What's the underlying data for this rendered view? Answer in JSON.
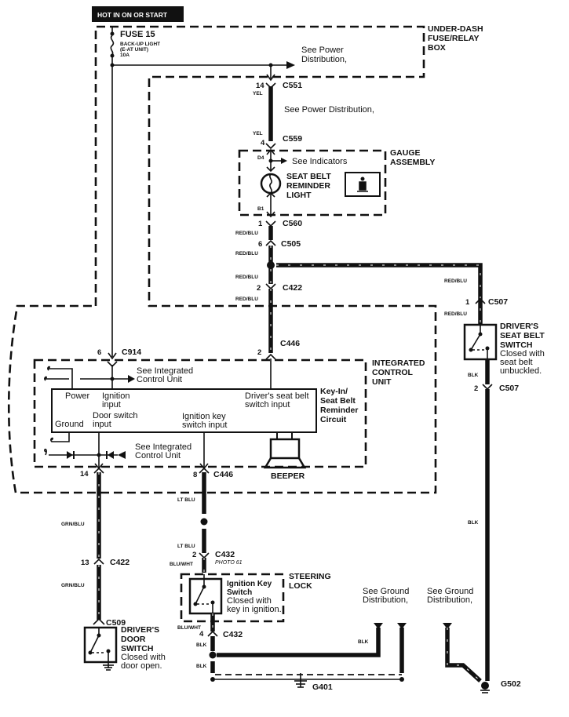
{
  "header": {
    "banner": "HOT IN ON OR START"
  },
  "fuse": {
    "name": "FUSE 15",
    "circuit": "BACK-UP LIGHT",
    "unit": "(E-AT UNIT)",
    "rating": "10A"
  },
  "under_dash_box": {
    "line1": "UNDER-DASH",
    "line2": "FUSE/RELAY",
    "line3": "BOX"
  },
  "power_dist": {
    "ref1_line1": "See Power",
    "ref1_line2": "Distribution,",
    "ref2": "See Power Distribution,"
  },
  "connectors": {
    "c551": {
      "name": "C551",
      "pin": "14",
      "wire": "YEL"
    },
    "c559": {
      "name": "C559",
      "pin": "4",
      "wire": "YEL"
    },
    "c560": {
      "name": "C560",
      "pin": "1",
      "wire": "RED/BLU"
    },
    "c505": {
      "name": "C505",
      "pin": "6",
      "wire": "RED/BLU"
    },
    "c422_top": {
      "name": "C422",
      "pin": "2",
      "wire_above": "RED/BLU",
      "wire_below": "RED/BLU"
    },
    "c446_top": {
      "name": "C446",
      "pin": "2"
    },
    "c914": {
      "name": "C914",
      "pin": "6"
    },
    "c507_top": {
      "name": "C507",
      "pin": "1",
      "wire_above": "RED/BLU",
      "wire_below": "RED/BLU"
    },
    "c507_bot": {
      "name": "C507",
      "pin": "2",
      "wire": "BLK"
    },
    "c446_bot": {
      "name": "C446",
      "pin": "8",
      "wire": "LT BLU"
    },
    "c422_bot": {
      "name": "C422",
      "pin": "13",
      "wire_above": "GRN/BLU",
      "wire_below": "GRN/BLU"
    },
    "c509": {
      "name": "C509"
    },
    "c432_top": {
      "name": "C432",
      "pin": "2",
      "photo": "PHOTO 61",
      "wire_above": "LT BLU",
      "wire_below": "BLU/WHT"
    },
    "c432_bot": {
      "name": "C432",
      "pin": "4",
      "wire_above": "BLU/WHT",
      "wire_below": "BLK"
    },
    "c14": {
      "pin": "14"
    }
  },
  "gauge": {
    "title_line1": "GAUGE",
    "title_line2": "ASSEMBLY",
    "pin_top": "D4",
    "pin_bottom": "B1",
    "see_ref": "See Indicators",
    "light_line1": "SEAT BELT",
    "light_line2": "REMINDER",
    "light_line3": "LIGHT"
  },
  "icu": {
    "title_line1": "INTEGRATED",
    "title_line2": "CONTROL",
    "title_line3": "UNIT",
    "see_ref_line1": "See  Integrated",
    "see_ref_line2": "Control Unit",
    "power": "Power",
    "ground": "Ground",
    "ignition_input_1": "Ignition",
    "ignition_input_2": "input",
    "door_input_1": "Door switch",
    "door_input_2": "input",
    "ignkey_input_1": "Ignition key",
    "ignkey_input_2": "switch input",
    "seatbelt_input_1": "Driver's seat belt",
    "seatbelt_input_2": "switch input",
    "circuit_1": "Key-In/",
    "circuit_2": "Seat Belt",
    "circuit_3": "Reminder",
    "circuit_4": "Circuit",
    "beeper": "BEEPER"
  },
  "seatbelt_switch": {
    "line1": "DRIVER'S",
    "line2": "SEAT BELT",
    "line3": "SWITCH",
    "desc1": "Closed with",
    "desc2": "seat belt",
    "desc3": "unbuckled."
  },
  "door_switch": {
    "line1": "DRIVER'S",
    "line2": "DOOR",
    "line3": "SWITCH",
    "desc1": "Closed with",
    "desc2": "door open."
  },
  "steering_lock": {
    "title1": "STEERING",
    "title2": "LOCK",
    "sw1": "Ignition Key",
    "sw2": "Switch",
    "desc1": "Closed with",
    "desc2": "key in ignition."
  },
  "wires": {
    "blk": "BLK",
    "blk_right": "BLK",
    "blk_g401a": "BLK",
    "blk_g401b": "BLK"
  },
  "grounds": {
    "g401": "G401",
    "g502": "G502",
    "see_ground_1a": "See Ground",
    "see_ground_1b": "Distribution,",
    "see_ground_2a": "See Ground",
    "see_ground_2b": "Distribution,"
  }
}
